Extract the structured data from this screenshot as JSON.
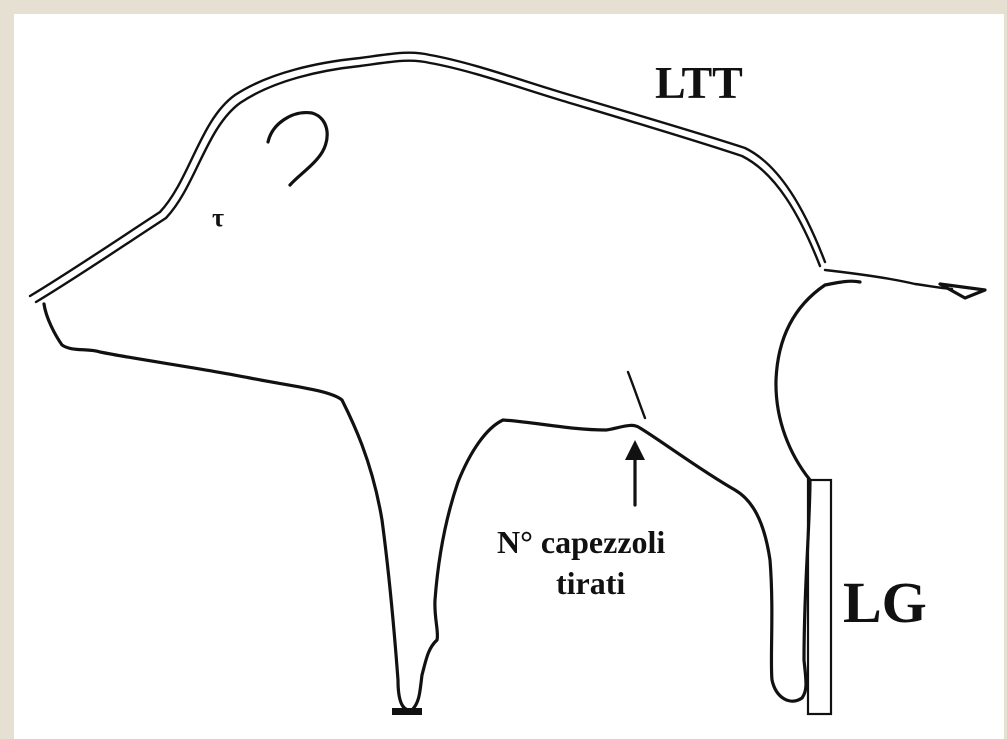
{
  "diagram": {
    "labels": {
      "back_length": "LTT",
      "leg_length": "LG",
      "teat_count_line1": "N° capezzoli",
      "teat_count_line2": "tirati",
      "eye_mark": "τ"
    }
  }
}
